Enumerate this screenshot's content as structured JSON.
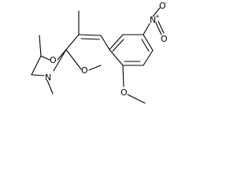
{
  "molecule": {
    "atoms": {
      "o_ring5": "O",
      "n_ring5": "N",
      "o_ring6": "O",
      "n_nitro": "N",
      "n_nitro_charge": "+",
      "o_nitro_top": "O",
      "o_nitro_bottom": "O",
      "o_nitro_charge": "-",
      "o_methoxy": "O"
    }
  }
}
